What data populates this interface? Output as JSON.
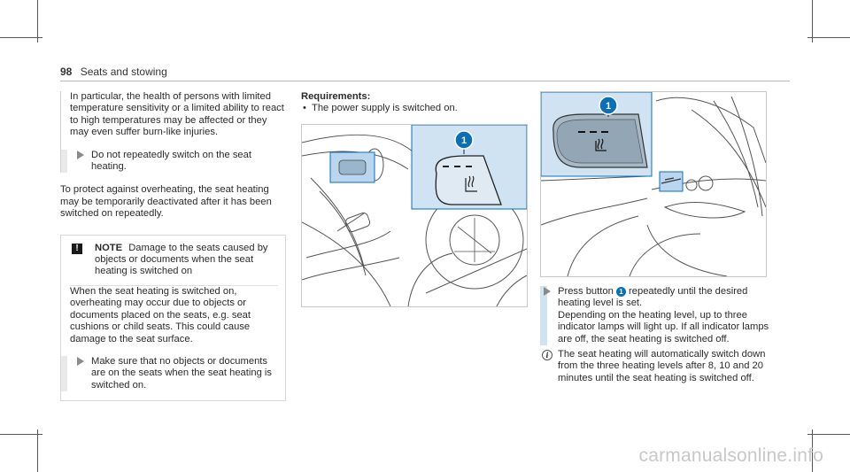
{
  "header": {
    "page_number": "98",
    "section": "Seats and stowing"
  },
  "column1": {
    "intro": "In particular, the health of persons with limited temperature sensitivity or a limited ability to react to high temperatures may be affected or they may even suffer burn-like injuries.",
    "step1": "Do not repeatedly switch on the seat heating.",
    "para2": "To protect against overheating, the seat heating may be temporarily deactivated after it has been switched on repeatedly.",
    "note": {
      "symbol": "!",
      "label": "NOTE",
      "title": "Damage to the seats caused by objects or documents when the seat heating is switched on",
      "body": "When the seat heating is switched on, overheating may occur due to objects or documents placed on the seats, e.g. seat cushions or child seats. This could cause damage to the seat surface.",
      "step": "Make sure that no objects or documents are on the seats when the seat heating is switched on."
    }
  },
  "column2": {
    "req_title": "Requirements:",
    "req_item": "The power supply is switched on.",
    "figure_callout": "1"
  },
  "column3": {
    "figure_callout": "1",
    "step_pre": "Press button",
    "step_num": "1",
    "step_post": "repeatedly until the desired heating level is set.",
    "step_detail": "Depending on the heating level, up to three indicator lamps will light up. If all indicator lamps are off, the seat heating is switched off.",
    "info_symbol": "i",
    "info": "The seat heating will automatically switch down from the three heating levels after 8, 10 and 20 minutes until the seat heating is switched off."
  },
  "watermark": "carmanualsonline.info",
  "colors": {
    "callout_blue": "#0a6fb5",
    "panel_blue": "#cfe3f3",
    "highlight_blue": "#b9d6ee"
  }
}
